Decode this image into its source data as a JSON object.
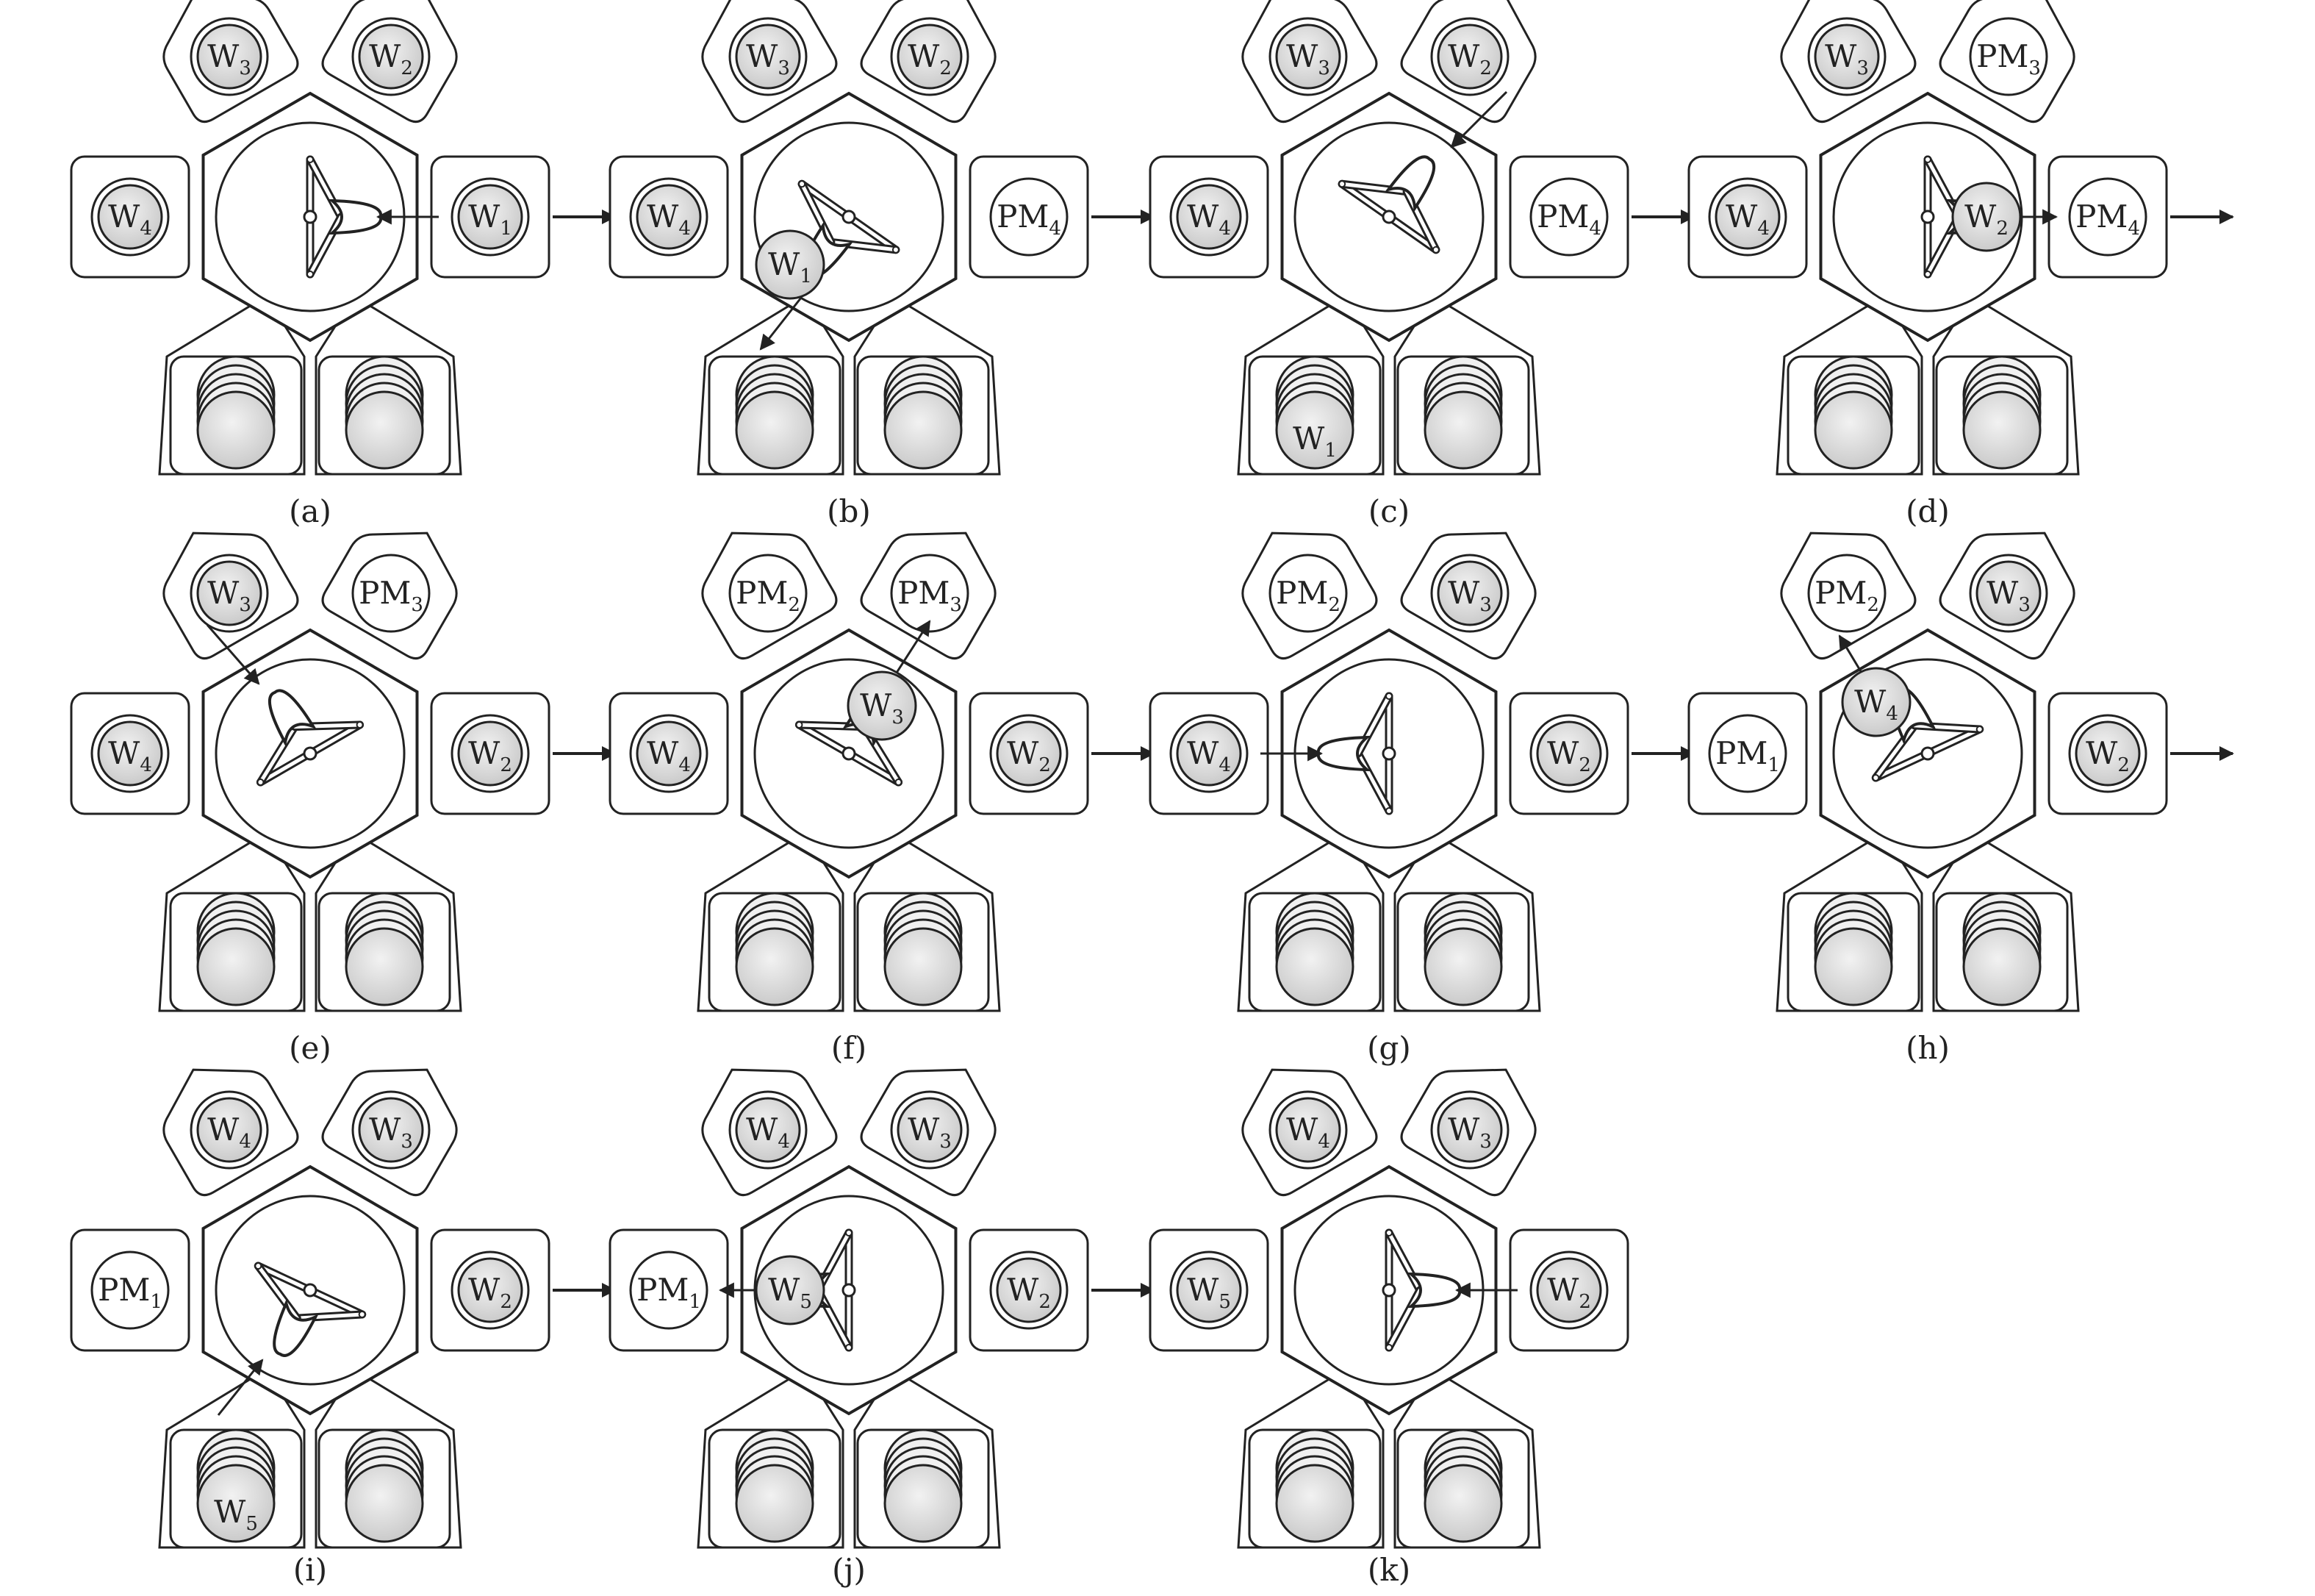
{
  "colors": {
    "stroke": "#222222",
    "wafer_fill": "#d9d9d9",
    "module_fill": "#ffffff",
    "background": "#ffffff"
  },
  "panels": [
    {
      "caption": "(a)",
      "slots": {
        "ul": {
          "t": "W",
          "s": "3",
          "w": true
        },
        "ur": {
          "t": "W",
          "s": "2",
          "w": true
        },
        "l": {
          "t": "W",
          "s": "4",
          "w": true
        },
        "r": {
          "t": "W",
          "s": "1",
          "w": true
        }
      },
      "next_arrow": true
    },
    {
      "caption": "(b)",
      "slots": {
        "ul": {
          "t": "W",
          "s": "3",
          "w": true
        },
        "ur": {
          "t": "W",
          "s": "2",
          "w": true
        },
        "l": {
          "t": "W",
          "s": "4",
          "w": true
        },
        "r": {
          "t": "PM",
          "s": "4",
          "w": false
        }
      },
      "floating": {
        "t": "W",
        "s": "1"
      },
      "next_arrow": true
    },
    {
      "caption": "(c)",
      "slots": {
        "ul": {
          "t": "W",
          "s": "3",
          "w": true
        },
        "ur": {
          "t": "W",
          "s": "2",
          "w": true
        },
        "l": {
          "t": "W",
          "s": "4",
          "w": true
        },
        "r": {
          "t": "PM",
          "s": "4",
          "w": false
        }
      },
      "cassette_label": {
        "t": "W",
        "s": "1"
      },
      "next_arrow": true
    },
    {
      "caption": "(d)",
      "slots": {
        "ul": {
          "t": "W",
          "s": "3",
          "w": true
        },
        "ur": {
          "t": "PM",
          "s": "3",
          "w": false
        },
        "l": {
          "t": "W",
          "s": "4",
          "w": true
        },
        "r": {
          "t": "PM",
          "s": "4",
          "w": false
        }
      },
      "floating": {
        "t": "W",
        "s": "2"
      },
      "next_arrow": true
    },
    {
      "caption": "(e)",
      "slots": {
        "ul": {
          "t": "W",
          "s": "3",
          "w": true
        },
        "ur": {
          "t": "PM",
          "s": "3",
          "w": false
        },
        "l": {
          "t": "W",
          "s": "4",
          "w": true
        },
        "r": {
          "t": "W",
          "s": "2",
          "w": true
        }
      },
      "next_arrow": true
    },
    {
      "caption": "(f)",
      "slots": {
        "ul": {
          "t": "PM",
          "s": "2",
          "w": false
        },
        "ur": {
          "t": "PM",
          "s": "3",
          "w": false
        },
        "l": {
          "t": "W",
          "s": "4",
          "w": true
        },
        "r": {
          "t": "W",
          "s": "2",
          "w": true
        }
      },
      "floating": {
        "t": "W",
        "s": "3"
      },
      "next_arrow": true
    },
    {
      "caption": "(g)",
      "slots": {
        "ul": {
          "t": "PM",
          "s": "2",
          "w": false
        },
        "ur": {
          "t": "W",
          "s": "3",
          "w": true
        },
        "l": {
          "t": "W",
          "s": "4",
          "w": true
        },
        "r": {
          "t": "W",
          "s": "2",
          "w": true
        }
      },
      "next_arrow": true
    },
    {
      "caption": "(h)",
      "slots": {
        "ul": {
          "t": "PM",
          "s": "2",
          "w": false
        },
        "ur": {
          "t": "W",
          "s": "3",
          "w": true
        },
        "l": {
          "t": "PM",
          "s": "1",
          "w": false
        },
        "r": {
          "t": "W",
          "s": "2",
          "w": true
        }
      },
      "floating": {
        "t": "W",
        "s": "4"
      },
      "next_arrow": true
    },
    {
      "caption": "(i)",
      "slots": {
        "ul": {
          "t": "W",
          "s": "4",
          "w": true
        },
        "ur": {
          "t": "W",
          "s": "3",
          "w": true
        },
        "l": {
          "t": "PM",
          "s": "1",
          "w": false
        },
        "r": {
          "t": "W",
          "s": "2",
          "w": true
        }
      },
      "cassette_label": {
        "t": "W",
        "s": "5"
      },
      "next_arrow": true
    },
    {
      "caption": "(j)",
      "slots": {
        "ul": {
          "t": "W",
          "s": "4",
          "w": true
        },
        "ur": {
          "t": "W",
          "s": "3",
          "w": true
        },
        "l": {
          "t": "PM",
          "s": "1",
          "w": false
        },
        "r": {
          "t": "W",
          "s": "2",
          "w": true
        }
      },
      "floating": {
        "t": "W",
        "s": "5"
      },
      "next_arrow": true
    },
    {
      "caption": "(k)",
      "slots": {
        "ul": {
          "t": "W",
          "s": "4",
          "w": true
        },
        "ur": {
          "t": "W",
          "s": "3",
          "w": true
        },
        "l": {
          "t": "W",
          "s": "5",
          "w": true
        },
        "r": {
          "t": "W",
          "s": "2",
          "w": true
        }
      },
      "next_arrow": false
    }
  ]
}
